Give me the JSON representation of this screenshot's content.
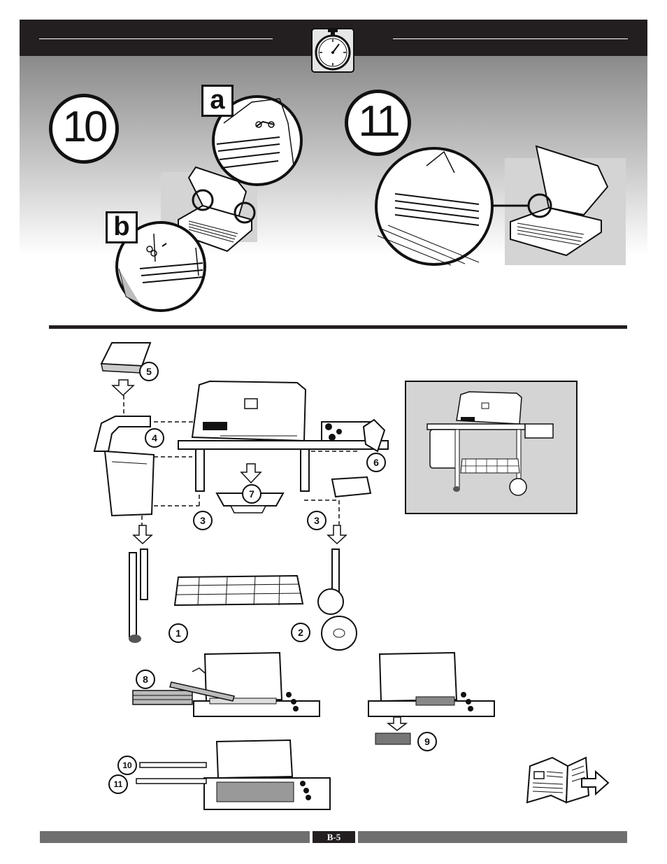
{
  "steps": {
    "step10": {
      "number": "10",
      "label_a": "a",
      "label_b": "b"
    },
    "step11": {
      "number": "11"
    }
  },
  "assembly_callouts": {
    "part1": "1",
    "part2": "2",
    "part3_left": "3",
    "part3_right": "3",
    "part4": "4",
    "part5": "5",
    "part6": "6",
    "part7": "7",
    "part8": "8",
    "part9": "9",
    "part10": "10",
    "part11": "11"
  },
  "footer": {
    "page_label": "B-5"
  },
  "icons": {
    "header": "stopwatch-icon",
    "footer": "manual-next-page-icon"
  },
  "colors": {
    "band": "#231f20",
    "footer_bar": "#6f6f6f",
    "inset_bg": "#d4d4d4"
  }
}
